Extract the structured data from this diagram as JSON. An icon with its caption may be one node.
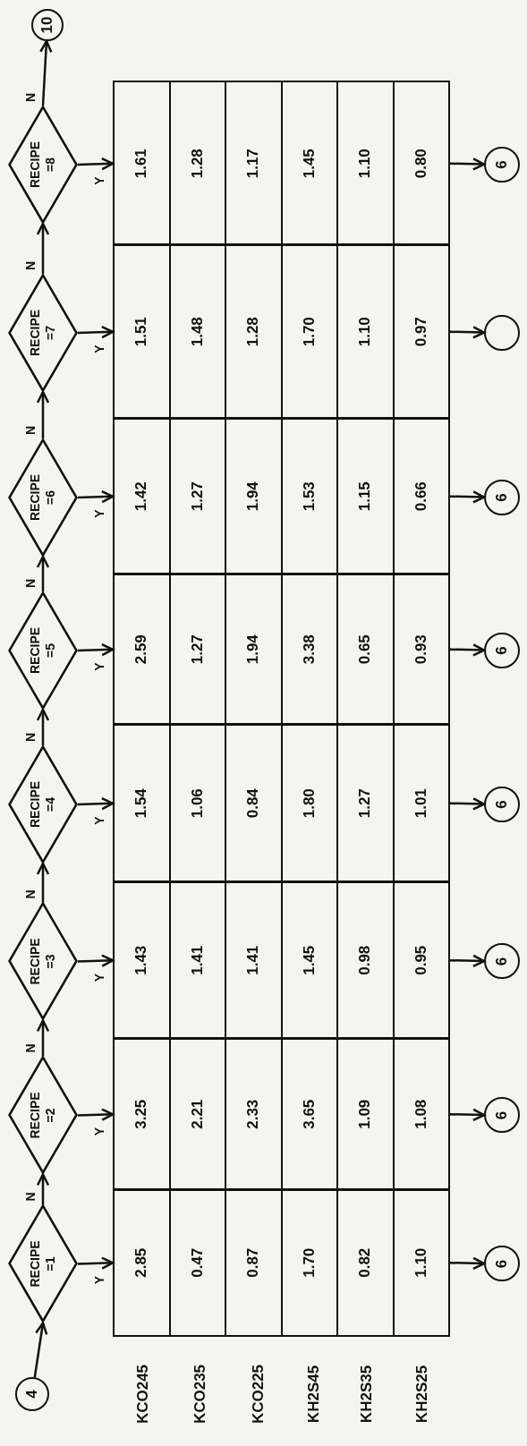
{
  "diagram": {
    "nodes": [
      {
        "text": [
          "4"
        ]
      },
      {
        "text": [
          "RECIPE =1"
        ]
      },
      {
        "text": [
          "2.85",
          "0.47",
          "0.87",
          "1.70",
          "0.82",
          "1.10"
        ]
      },
      {
        "text": [
          "6"
        ]
      },
      {
        "text": [
          "RECIPE =2"
        ]
      },
      {
        "text": [
          "3.25",
          "2.21",
          "2.33",
          "3.65",
          "1.09",
          "1.08"
        ]
      },
      {
        "text": [
          "6"
        ]
      },
      {
        "text": [
          "RECIPE =3"
        ]
      },
      {
        "text": [
          "1.43",
          "1.41",
          "1.41",
          "1.45",
          "0.98",
          "0.95"
        ]
      },
      {
        "text": [
          "6"
        ]
      },
      {
        "text": [
          "RECIPE =4"
        ]
      },
      {
        "text": [
          "1.54",
          "1.06",
          "0.84",
          "1.80",
          "1.27",
          "1.01"
        ]
      },
      {
        "text": [
          "6"
        ]
      },
      {
        "text": [
          "RECIPE =5"
        ]
      },
      {
        "text": [
          "2.59",
          "1.27",
          "1.94",
          "3.38",
          "0.65",
          "0.93"
        ]
      },
      {
        "text": [
          "6"
        ]
      },
      {
        "text": [
          "RECIPE =6"
        ]
      },
      {
        "text": [
          "1.42",
          "1.27",
          "1.94",
          "1.53",
          "1.15",
          "0.66"
        ]
      },
      {
        "text": [
          "6"
        ]
      },
      {
        "text": [
          "RECIPE =7"
        ]
      },
      {
        "text": [
          "1.51",
          "1.48",
          "1.28",
          "1.70",
          "1.10",
          "0.97"
        ]
      },
      {
        "text": [],
        "shape": "circle"
      },
      {
        "text": [
          "RECIPE =8"
        ]
      },
      {
        "text": [
          "1.61",
          "1.28",
          "1.17",
          "1.45",
          "1.10",
          "0.80"
        ]
      },
      {
        "text": [
          "6"
        ]
      },
      {
        "text": [
          "10"
        ]
      }
    ],
    "edges": [
      {
        "from": 0,
        "to": 1,
        "arrow": "to"
      },
      {
        "from": 1,
        "to": 2,
        "arrow": "to",
        "label": "Y"
      },
      {
        "from": 2,
        "to": 3,
        "arrow": "to"
      },
      {
        "from": 1,
        "to": 4,
        "arrow": "to",
        "label": "N"
      },
      {
        "from": 4,
        "to": 5,
        "arrow": "to",
        "label": "Y"
      },
      {
        "from": 5,
        "to": 6,
        "arrow": "to"
      },
      {
        "from": 4,
        "to": 7,
        "arrow": "to",
        "label": "N"
      },
      {
        "from": 7,
        "to": 8,
        "arrow": "to",
        "label": "Y"
      },
      {
        "from": 8,
        "to": 9,
        "arrow": "to"
      },
      {
        "from": 7,
        "to": 10,
        "arrow": "to",
        "label": "N"
      },
      {
        "from": 10,
        "to": 11,
        "arrow": "to",
        "label": "Y"
      },
      {
        "from": 11,
        "to": 12,
        "arrow": "to"
      },
      {
        "from": 10,
        "to": 13,
        "arrow": "to",
        "label": "N"
      },
      {
        "from": 13,
        "to": 14,
        "arrow": "to",
        "label": "Y"
      },
      {
        "from": 14,
        "to": 15,
        "arrow": "to"
      },
      {
        "from": 13,
        "to": 16,
        "arrow": "to",
        "label": "N"
      },
      {
        "from": 16,
        "to": 17,
        "arrow": "to",
        "label": "Y"
      },
      {
        "from": 17,
        "to": 18,
        "arrow": "to"
      },
      {
        "from": 16,
        "to": 19,
        "arrow": "to",
        "label": "N"
      },
      {
        "from": 19,
        "to": 20,
        "arrow": "to",
        "label": "Y"
      },
      {
        "from": 20,
        "to": 21,
        "arrow": "to"
      },
      {
        "from": 19,
        "to": 22,
        "arrow": "to",
        "label": "N"
      },
      {
        "from": 22,
        "to": 23,
        "arrow": "to",
        "label": "Y"
      },
      {
        "from": 23,
        "to": 24,
        "arrow": "to"
      },
      {
        "from": 22,
        "to": 25,
        "arrow": "to",
        "label": "N"
      }
    ],
    "labels": [
      "KCO245",
      "KCO235",
      "KCO225",
      "KH2S45",
      "KH2S35",
      "KH2S25"
    ]
  }
}
